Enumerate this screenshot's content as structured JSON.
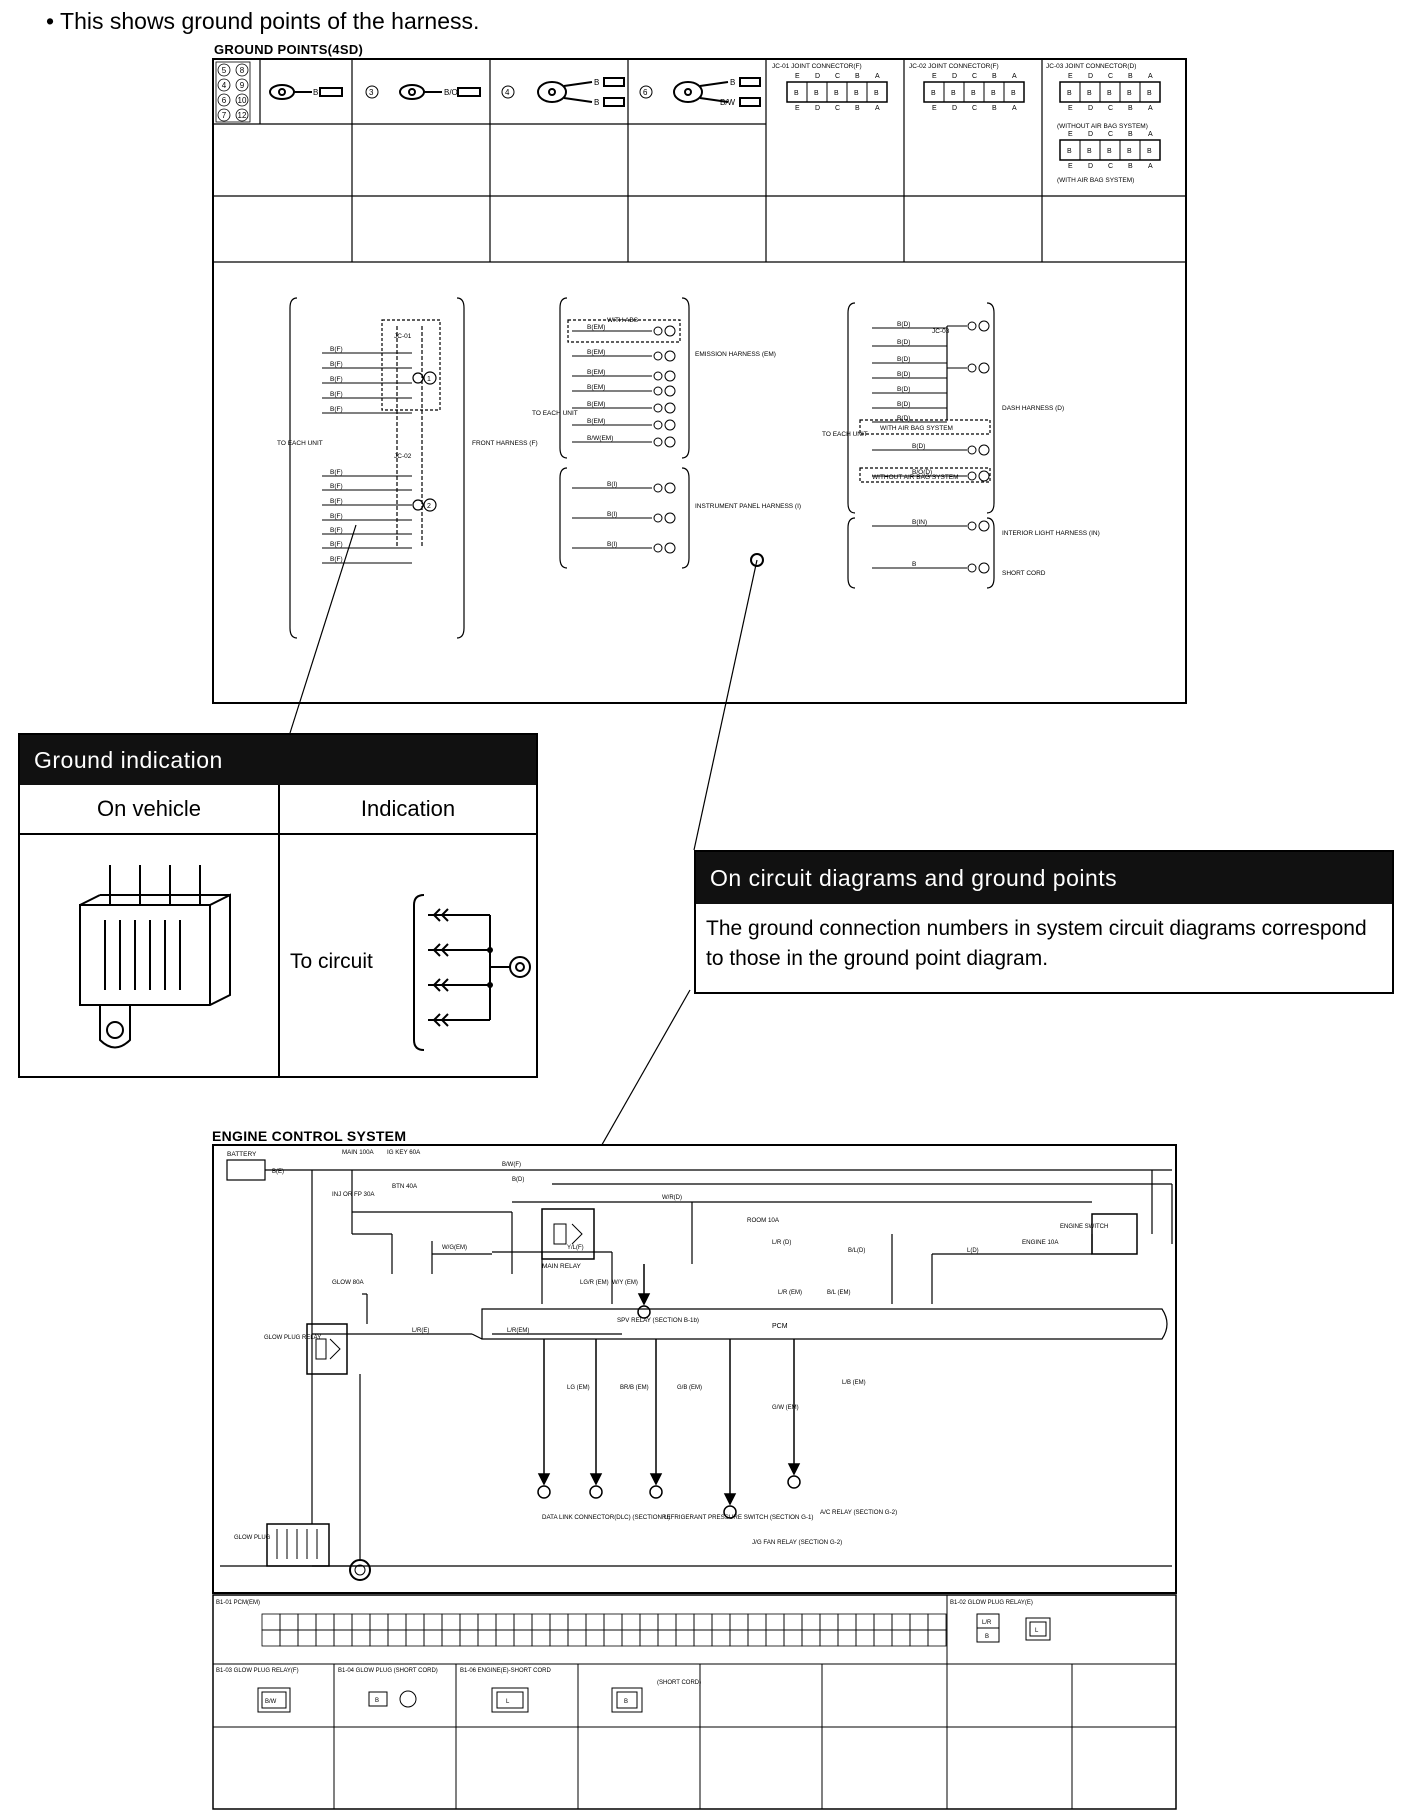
{
  "intro": "• This shows ground points of the harness.",
  "ground_points": {
    "title": "GROUND POINTS(4SD)",
    "header_codes": [
      "B",
      "B/O",
      "B\nB",
      "B\nB/W"
    ],
    "header_nums": [
      "③",
      "④",
      "⑥"
    ],
    "jc01_title": "JC-01 JOINT CONNECTOR(F)",
    "jc02_title": "JC-02 JOINT CONNECTOR(F)",
    "jc03_title": "JC-03 JOINT CONNECTOR(D)",
    "jc03_without": "(WITHOUT AIR BAG SYSTEM)",
    "jc03_with": "(WITH AIR BAG SYSTEM)",
    "conn_letters": [
      "E",
      "D",
      "C",
      "B",
      "A"
    ],
    "left_group": {
      "to_each_unit": "TO EACH UNIT",
      "jc01": "JC-01",
      "jc02": "JC-02",
      "wire": "B(F)",
      "harness": "FRONT HARNESS (F)",
      "g1": "①",
      "g2": "②"
    },
    "mid_group": {
      "with_abs": "WITH ABS",
      "to_each_unit": "TO EACH UNIT",
      "emission": "EMISSION HARNESS (EM)",
      "instrument": "INSTRUMENT PANEL HARNESS (I)",
      "wires_em": [
        "B(EM)",
        "B(EM)",
        "B(EM)",
        "B(EM)",
        "B(EM)",
        "B(EM)",
        "B/W(EM)"
      ],
      "wires_i": [
        "B(I)",
        "B(I)",
        "B(I)"
      ]
    },
    "right_group": {
      "jc03": "JC-03",
      "to_each_unit": "TO EACH UNIT",
      "dash": "DASH HARNESS (D)",
      "with_airbag": "WITH AIR BAG SYSTEM",
      "without_airbag": "WITHOUT AIR BAG SYSTEM",
      "interior": "INTERIOR LIGHT HARNESS (IN)",
      "short": "SHORT CORD",
      "wires": [
        "B(D)",
        "B(D)",
        "B(D)",
        "B(D)",
        "B(D)",
        "B(D)",
        "B(D)"
      ],
      "wire_in": "B(IN)",
      "wire_b": "B",
      "wire_bo": "B/O(D)"
    }
  },
  "ground_indication": {
    "title": "Ground indication",
    "col1": "On vehicle",
    "col2": "Indication",
    "to_circuit": "To circuit"
  },
  "circuit_callout": {
    "title": "On circuit diagrams and ground points",
    "body": "The ground connection numbers in system circuit diagrams correspond to those in the ground point diagram."
  },
  "engine": {
    "title": "ENGINE CONTROL SYSTEM",
    "battery": "BATTERY",
    "main": "MAIN 100A",
    "igkey": "IG KEY 60A",
    "btn": "BTN 40A",
    "glow": "GLOW 80A",
    "inj": "INJ OR FP 30A",
    "main_relay": "MAIN RELAY",
    "engine_switch": "ENGINE SWITCH",
    "room": "ROOM 10A",
    "engine_fuse": "ENGINE 10A",
    "pcm": "PCM",
    "glow_plug_relay": "GLOW PLUG RELAY",
    "glow_plug": "GLOW PLUG",
    "spv_relay": "SPV RELAY (SECTION B-1b)",
    "dlc": "DATA LINK CONNECTOR(DLC) (SECTION U)",
    "refrig": "REFRIGERANT PRESSURE SWITCH (SECTION G-1)",
    "jg_fan": "J/G FAN RELAY (SECTION G-2)",
    "ac_relay": "A/C RELAY (SECTION G-2)",
    "wires": [
      "B(E)",
      "B/W(F)",
      "B(D)",
      "W/R(D)",
      "W/G(EM)",
      "Y/L(F)",
      "L/R(E)",
      "L/R(EM)",
      "LG/R (EM)",
      "W/Y (EM)",
      "L/R (D)",
      "L/R (EM)",
      "B/L (EM)",
      "B/L(D)",
      "L(D)",
      "LG (EM)",
      "BR/B (EM)",
      "G/B (EM)",
      "G/W (EM)",
      "L/B (EM)"
    ],
    "conn_pcm": "B1-01 PCM(EM)",
    "conn_relay": "B1-02 GLOW PLUG RELAY(E)",
    "conn_b103": "B1-03 GLOW PLUG RELAY(F)",
    "conn_b104": "B1-04 GLOW PLUG (SHORT CORD)",
    "conn_b106": "B1-06 ENGINE(E)-SHORT CORD",
    "short_cord": "(SHORT CORD)"
  }
}
